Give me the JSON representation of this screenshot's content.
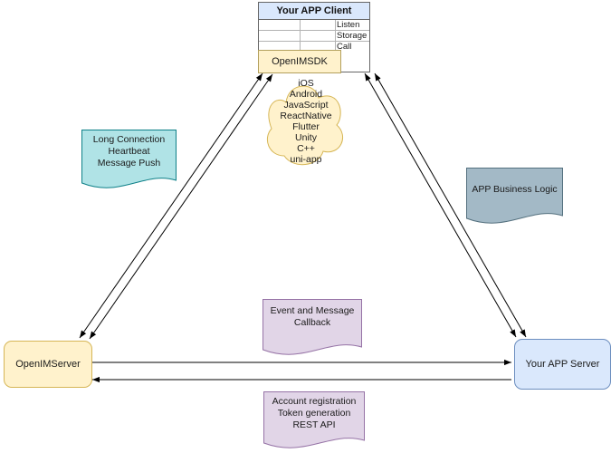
{
  "client": {
    "title": "Your APP Client",
    "hooks": [
      "Listen",
      "Storage",
      "Call"
    ],
    "sdk": "OpenIMSDK"
  },
  "cloud_platforms": [
    "iOS",
    "Android",
    "JavaScript",
    "ReactNative",
    "Flutter",
    "Unity",
    "C++",
    "uni-app"
  ],
  "notes": {
    "long_connection": "Long Connection\nHeartbeat\nMessage Push",
    "business_logic": "APP Business Logic",
    "event_callback": "Event and Message\nCallback",
    "rest_api": "Account registration\nToken generation\nREST API"
  },
  "servers": {
    "openim": "OpenIMServer",
    "app": "Your APP Server"
  },
  "colors": {
    "blue_fill": "#dae8fc",
    "blue_stroke": "#6c8ebf",
    "yellow_fill": "#fff2cc",
    "yellow_stroke": "#d6b656",
    "teal_fill": "#b0e3e6",
    "teal_stroke": "#0e8088",
    "gray_fill": "#a3b9c6",
    "gray_stroke": "#54707e",
    "purple_fill": "#e1d5e7",
    "purple_stroke": "#9673a6",
    "arrow": "#000000"
  }
}
